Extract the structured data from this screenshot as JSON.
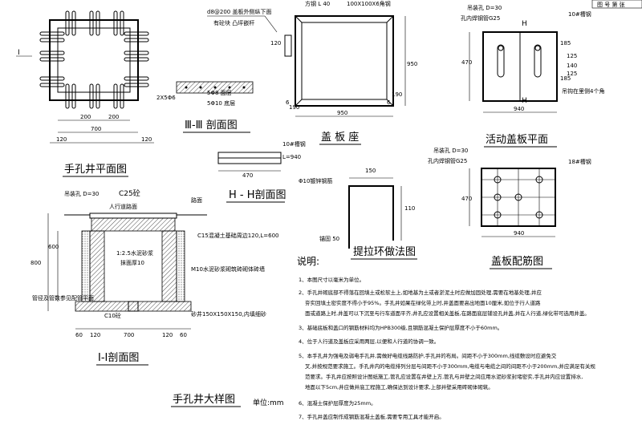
{
  "title_block": {
    "text": "图 号 第 张"
  },
  "views": {
    "plan": {
      "title": "手孔井平面图",
      "marker": "I",
      "dims": [
        "200",
        "200",
        "700",
        "120",
        "120"
      ]
    },
    "section_iii": {
      "title": "Ⅲ-Ⅲ 剖面图",
      "labels": [
        "d8@200 盖板外侧纵下面",
        "有砼块 凸坪嵌杆",
        "120",
        "2X5Φ6",
        "5Φ8 面层",
        "5Φ10 底层"
      ]
    },
    "cover_seat": {
      "title": "盖 板 座",
      "labels": [
        "方钢 L 40",
        "100X100X6角钢",
        "950",
        "950",
        "190",
        "6",
        "190",
        "6"
      ]
    },
    "movable_cover": {
      "title": "活动盖板平面",
      "labels": [
        "吊装孔 D=30",
        "孔内焊钢管G25",
        "H",
        "H",
        "10#槽钢",
        "470",
        "185",
        "185",
        "125",
        "140",
        "125",
        "吊钩在里侧4个角",
        "940"
      ]
    },
    "section_hh": {
      "title": "H - H剖面图",
      "labels": [
        "10#槽钢",
        "L=940",
        "470"
      ]
    },
    "pull_ring": {
      "title": "提拉环做法图",
      "labels": [
        "Φ10镀锌钢筋",
        "150",
        "110",
        "锚固 50"
      ]
    },
    "cover_rebar": {
      "title": "盖板配筋图",
      "labels": [
        "吊装孔 D=30",
        "孔内焊钢管G25",
        "18#槽钢",
        "470",
        "940"
      ]
    },
    "section_ii": {
      "title": "Ⅰ-Ⅰ剖面图",
      "labels": [
        "吊装孔 D=30",
        "C25砼",
        "路面",
        "人行道路面",
        "C15混凝土基础周边120,L=600",
        "1:2.5水泥砂浆",
        "抹面厚10",
        "M10水泥砂浆砌筑砖砌体砖墙",
        "管径及管数参见配管平面",
        "C10砼",
        "砂井150X150X150,内填细砂",
        "800",
        "600",
        "60",
        "120",
        "700",
        "120",
        "60"
      ]
    },
    "detail": {
      "title": "手孔井大样图",
      "unit": "单位:mm"
    }
  },
  "notes": {
    "heading": "说明:",
    "items": [
      "1、本图尺寸以毫米为单位。",
      "2、手孔井砌底部不得落在回填土或松软土上,如地基为土或者淤泥土时应做加固处理,需要在地基处理,并应",
      "夯实回填土密实度不得小于95%。手孔井如果在绿化带上时,井盖面要高出地面10厘米,如位于行人道路",
      "面或道路上时,井盖可以下沉至与行车道面平齐,井孔应设置相关盖板,在路面底层铺设孔井盖,并在人行道,绿化带可选用井盖。",
      "3、基础底板和盖口的钢筋材料均为HPB300级,且钢筋混凝土保护层厚度不小于60mm。",
      "4、位于人行道及盖板应采用两层,以便和人行道的协调一致。",
      "5、本手孔井为强电及弱电手孔井,需做好电缆线路防护,手孔井的布局。间距不小于300mm,线缆敷设时应避免交",
      "叉,并按规范要求施工。手孔井内的电缆排列分层与间距不小于300mm,电缆与电缆之间的间距不小于200mm,并应满足有关规",
      "范要求。手孔井应按照设计图纸施工,管孔应设置在井壁上方,管孔与井壁之间应用水泥砂浆封堵密实,手孔井内应设置排水,",
      "地面以下5cm,井应做井底工程施工,确保达到设计要求,上部井壁采用砖砌体砌筑。",
      "6、混凝土保护层厚度为25mm。",
      "7、手孔井盖应制作成钢筋混凝土盖板,需要专用工具才能开启。"
    ]
  }
}
